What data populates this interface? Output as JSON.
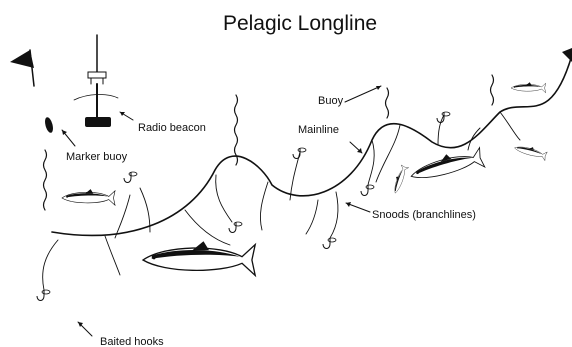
{
  "diagram": {
    "title": "Pelagic Longline",
    "labels": {
      "radio_beacon": "Radio beacon",
      "marker_buoy": "Marker buoy",
      "buoy": "Buoy",
      "mainline": "Mainline",
      "snoods": "Snoods (branchlines)",
      "baited_hooks": "Baited hooks"
    },
    "icons": [
      "flag-icon",
      "radio-beacon-icon",
      "marker-buoy-icon",
      "buoy-icon",
      "tuna-fish-icon",
      "baited-hook-icon"
    ],
    "colors": {
      "ink": "#111111",
      "background": "#ffffff"
    }
  }
}
